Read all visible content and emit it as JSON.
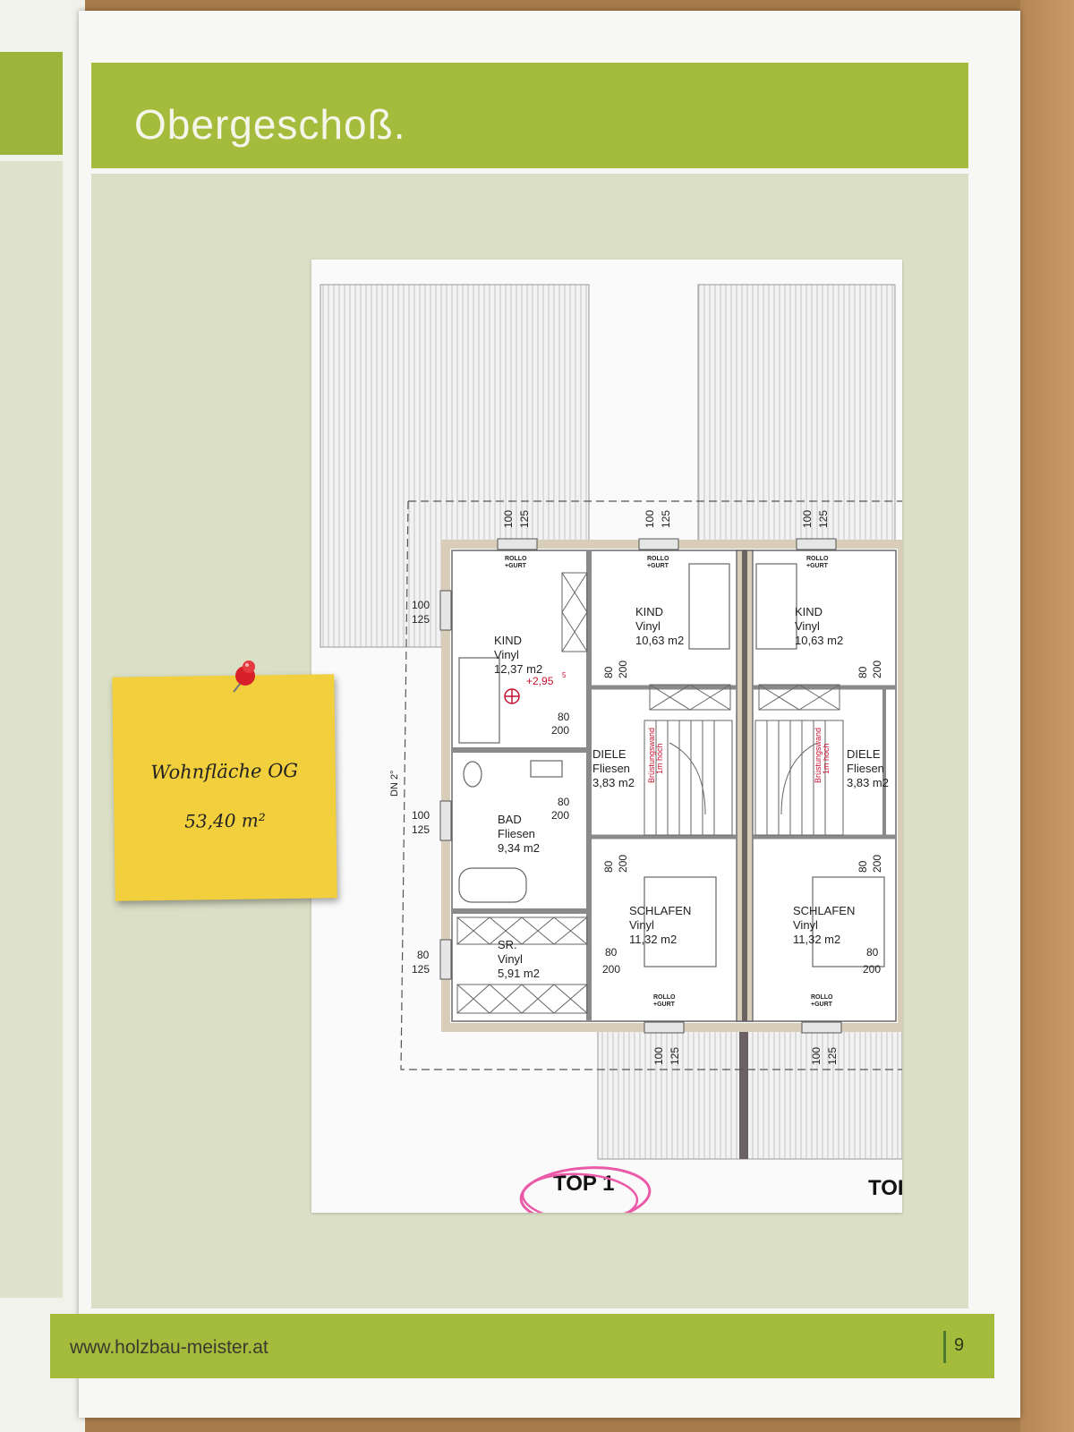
{
  "page": {
    "title": "Obergeschoß.",
    "footer_url": "www.holzbau-meister.at",
    "page_number": "9"
  },
  "sticky_note": {
    "label": "Wohnfläche OG",
    "value": "53,40 m²"
  },
  "plan": {
    "unit_label": "TOP 1",
    "unit_label_cut": "TOI",
    "roof_pitch": "DN 2°",
    "level": "+2,95",
    "level_sup": "5",
    "window_tag": [
      "ROLLO",
      "+GURT"
    ],
    "stair_wall_text": [
      "Brüstungswand",
      "1m hoch"
    ],
    "rooms": [
      {
        "name": "KIND",
        "finish": "Vinyl",
        "area": "12,37 m2"
      },
      {
        "name": "KIND",
        "finish": "Vinyl",
        "area": "10,63 m2"
      },
      {
        "name": "KIND",
        "finish": "Vinyl",
        "area": "10,63 m2"
      },
      {
        "name": "BAD",
        "finish": "Fliesen",
        "area": "9,34 m2"
      },
      {
        "name": "DIELE",
        "finish": "Fliesen",
        "area": "3,83 m2"
      },
      {
        "name": "DIELE",
        "finish": "Fliesen",
        "area": "3,83 m2"
      },
      {
        "name": "SR.",
        "finish": "Vinyl",
        "area": "5,91 m2"
      },
      {
        "name": "SCHLAFEN",
        "finish": "Vinyl",
        "area": "11,32 m2"
      },
      {
        "name": "SCHLAFEN",
        "finish": "Vinyl",
        "area": "11,32 m2"
      }
    ],
    "dims": {
      "w100": "100",
      "w125": "125",
      "d80": "80",
      "d200": "200"
    }
  },
  "colors": {
    "brand_green": "#a4bb3c",
    "panel": "#dadfc5",
    "note": "#f2cf3c",
    "pin": "#d8202a",
    "circle": "#ea5aa8",
    "level_red": "#c8102e"
  }
}
